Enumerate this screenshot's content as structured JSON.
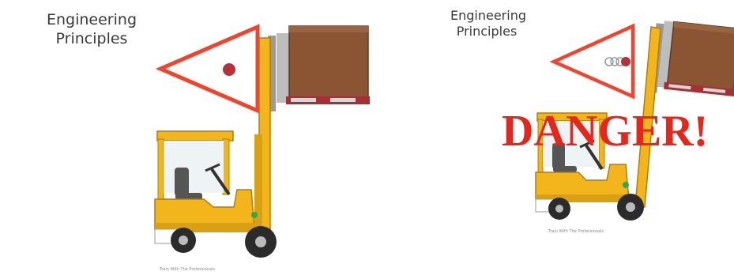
{
  "panels": [
    {
      "id": "stable",
      "heading_line1": "Engineering",
      "heading_line2": "Principles",
      "credit": "Train With The Professionals"
    },
    {
      "id": "tipping",
      "heading_line1": "Engineering",
      "heading_line2": "Principles",
      "warning": "DANGER!",
      "credit": "Train With The Professionals"
    }
  ],
  "colors": {
    "triangle_outline": "#f0442f",
    "center_of_gravity": "#b5323c",
    "forklift_body": "#f2b51c",
    "load_box": "#8b5533",
    "pallet": "#a52f34",
    "warning_text": "#e5261c"
  },
  "icons": [
    "stability-triangle-icon",
    "center-of-gravity-icon",
    "forklift-icon",
    "load-box-icon",
    "pallet-icon"
  ]
}
